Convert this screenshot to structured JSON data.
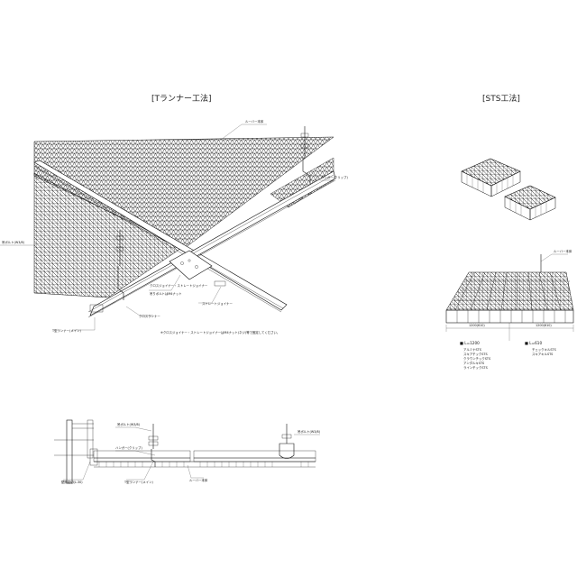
{
  "titles": {
    "t_runner": "[Tランナー工法]",
    "sts": "[STS工法]"
  },
  "callouts": {
    "panel_top": "ルーバー本体",
    "hanger_left": "吊ボルト(W3/8)",
    "main_runner": "T型ランナー(メイン)",
    "cross_runner": "クロスランナー",
    "joiner_a": "クロスジョイナー・ストレートジョイナー",
    "joiner_b": "吊りボルトはM4ナット",
    "hanger_clip": "ハンガー(クリップ)",
    "straight_joiner": "ストレートジョイナー",
    "sts_panel": "ルーバー本体",
    "sec_hanger": "吊ボルト(W3/8)",
    "sec_hanger2": "吊ボルト(W3/8)",
    "sec_clip": "ハンガー(クリップ)",
    "sec_wall": "壁際見切(L-30)",
    "sec_main": "T型ランナー(メイン)",
    "sec_panel": "ルーバー本体"
  },
  "note": "※クロスジョイナー・ストレートジョイナーはM4ナット(ネジ)等で固定してください。",
  "dimensions": {
    "d1": "1200(610)",
    "d2": "1200(610)"
  },
  "lengths": {
    "l1200": {
      "label": "L=1200",
      "items": [
        "アルミナSTS",
        "スキアチックSTS",
        "クラウンチックSTS",
        "アンダルキSTS",
        "ラインチックSTS"
      ]
    },
    "l610": {
      "label": "L=610",
      "items": [
        "チェックキルSTS",
        "スキアキルSTS"
      ]
    }
  }
}
